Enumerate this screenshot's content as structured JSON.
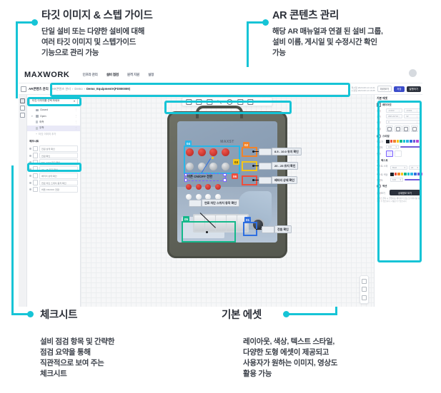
{
  "accent": "#16c4d6",
  "callouts": [
    {
      "id": "target-image",
      "title": "타깃 이미지 & 스텝 가이드",
      "body": [
        "단일 설비 또는 다양한 설비에 대해",
        "여러 타깃 이미지 및 스텝가이드",
        "기능으로 관리 가능"
      ]
    },
    {
      "id": "ar-content",
      "title": "AR 콘텐츠 관리",
      "body": [
        "해당 AR 매뉴얼과 연결 된 설비 그룹,",
        "설비 이름, 게시일 및 수정시간 확인",
        "가능"
      ]
    },
    {
      "id": "checksheet",
      "title": "체크시트",
      "body": [
        "설비 점검 항목 및 간략한",
        "점검 요약을 통해",
        "직관적으로 보여 주는",
        "체크시트"
      ]
    },
    {
      "id": "basic-asset",
      "title": "기본 에셋",
      "body": [
        "레이아웃, 색상, 텍스트 스타일,",
        "다양한 도형 에셋이 제공되고",
        "사용자가 원하는 이미지, 영상도",
        "활용 가능"
      ]
    }
  ],
  "app": {
    "brand": "MAXWORK",
    "nav": [
      {
        "label": "인프라 관리",
        "active": false
      },
      {
        "label": "설비 점검",
        "active": true
      },
      {
        "label": "원격 지원",
        "active": false
      },
      {
        "label": "설정",
        "active": false
      }
    ],
    "topbar": {
      "title": "AR콘텐츠 관리",
      "breadcrumb": [
        "AR콘텐츠 관리",
        "Demo",
        "Demo_EquipmentA(FD000009)"
      ],
      "meta": [
        "게시일 2023.08.14 14:21",
        "수정일 2023.08.14 16:05"
      ],
      "preview_label": "미리보기",
      "save_label": "저장",
      "publish_label": "발행하기"
    },
    "toolbar": {
      "tools": [
        "frame-tool",
        "card-tool",
        "shape-tool",
        "pen-tool",
        "sticker-tool",
        "lock-tool",
        "media-tool"
      ],
      "zoom": "100%"
    },
    "tree": {
      "selector_value": "타깃 이미지를 선택 하세요",
      "nodes": [
        {
          "label": "Closed",
          "type": "folder",
          "depth": 0,
          "selected": false
        },
        {
          "label": "Open",
          "type": "folder",
          "depth": 0,
          "selected": false
        },
        {
          "label": "좌측",
          "type": "doc",
          "depth": 1,
          "selected": false
        },
        {
          "label": "우측",
          "type": "doc",
          "depth": 1,
          "selected": true
        },
        {
          "label": "타깃 이미지 추가",
          "type": "add",
          "depth": 1,
          "selected": false
        }
      ]
    },
    "checksheet": {
      "title": "체크시트",
      "rows": [
        "전원 상태 확인",
        "전원 확인",
        "8.5 - 10.0 유지 확인",
        "20 - 25 유지 확인",
        "배터리 상태 확인",
        "연료 차단 스위치 동작 확인",
        "버튼 ON/OFF 전환"
      ]
    },
    "canvas": {
      "device_label": "MAXST",
      "markers": [
        {
          "tag": "04",
          "color": "cyan"
        },
        {
          "tag": "02",
          "color": "orange"
        },
        {
          "tag": "03",
          "color": "yellow"
        },
        {
          "tag": "06",
          "color": "red"
        },
        {
          "tag": "05",
          "color": "green"
        },
        {
          "tag": "01",
          "color": "blue"
        }
      ],
      "notes": [
        "8.5 - 10.0 유지 확인",
        "20 - 25 유지 확인",
        "배터리 상태 확인",
        "연료 차단 스위치 동작 확인",
        "전원 확인"
      ],
      "selected_text": "버튼 ON/OFF 전환",
      "float_controls": [
        "undo-icon",
        "redo-icon",
        "delete-icon"
      ]
    },
    "properties": {
      "title": "기본 에셋",
      "sections": [
        {
          "name": "레이아웃",
          "icon": "layout-icon",
          "rows": [
            {
              "label": "위치",
              "fields": [
                "-0.003",
                "-0.001"
              ]
            },
            {
              "label": "크기",
              "fields": [
                "298.22716",
                "32"
              ]
            },
            {
              "label": "회전",
              "fields": [
                "0"
              ]
            }
          ],
          "align_label": "정렬",
          "align_icons": [
            "align-left-icon",
            "align-center-icon",
            "align-right-icon",
            "align-justify-icon"
          ]
        },
        {
          "name": "스타일",
          "icon": "style-icon",
          "fill_label": "채우기",
          "fill_colors": [
            "#1d222b",
            "#ee4e3c",
            "#f2832a",
            "#f5c518",
            "#14b88a",
            "#16c4d6",
            "#29b6e8",
            "#2f6fe0",
            "#6f58d8",
            "#b44ad8"
          ],
          "opacity_label": "투명도",
          "opacity_value": "100",
          "border_label": "윤곽"
        },
        {
          "name": "텍스트",
          "icon": "text-icon",
          "font_label": "텍스트 스타일",
          "font_family": "Bold",
          "font_size": "24",
          "color_label": "텍스트 색상",
          "colors": [
            "#1d222b",
            "#ee4e3c",
            "#f2832a",
            "#f5c518",
            "#14b88a",
            "#16c4d6",
            "#29b6e8",
            "#2f6fe0",
            "#6f58d8",
            "#b44ad8"
          ],
          "opacity_label": "투명도",
          "opacity_value": "100"
        },
        {
          "name": "액션",
          "icon": "action-icon",
          "row_label": "상세보기",
          "button_label": "상세정보 보기",
          "help": "콘텐츠 클릭 시 연결되는 페이지의 정보 및 이미지를 등록할 수 있습니다. 사용할 수 있습니다."
        }
      ]
    }
  }
}
